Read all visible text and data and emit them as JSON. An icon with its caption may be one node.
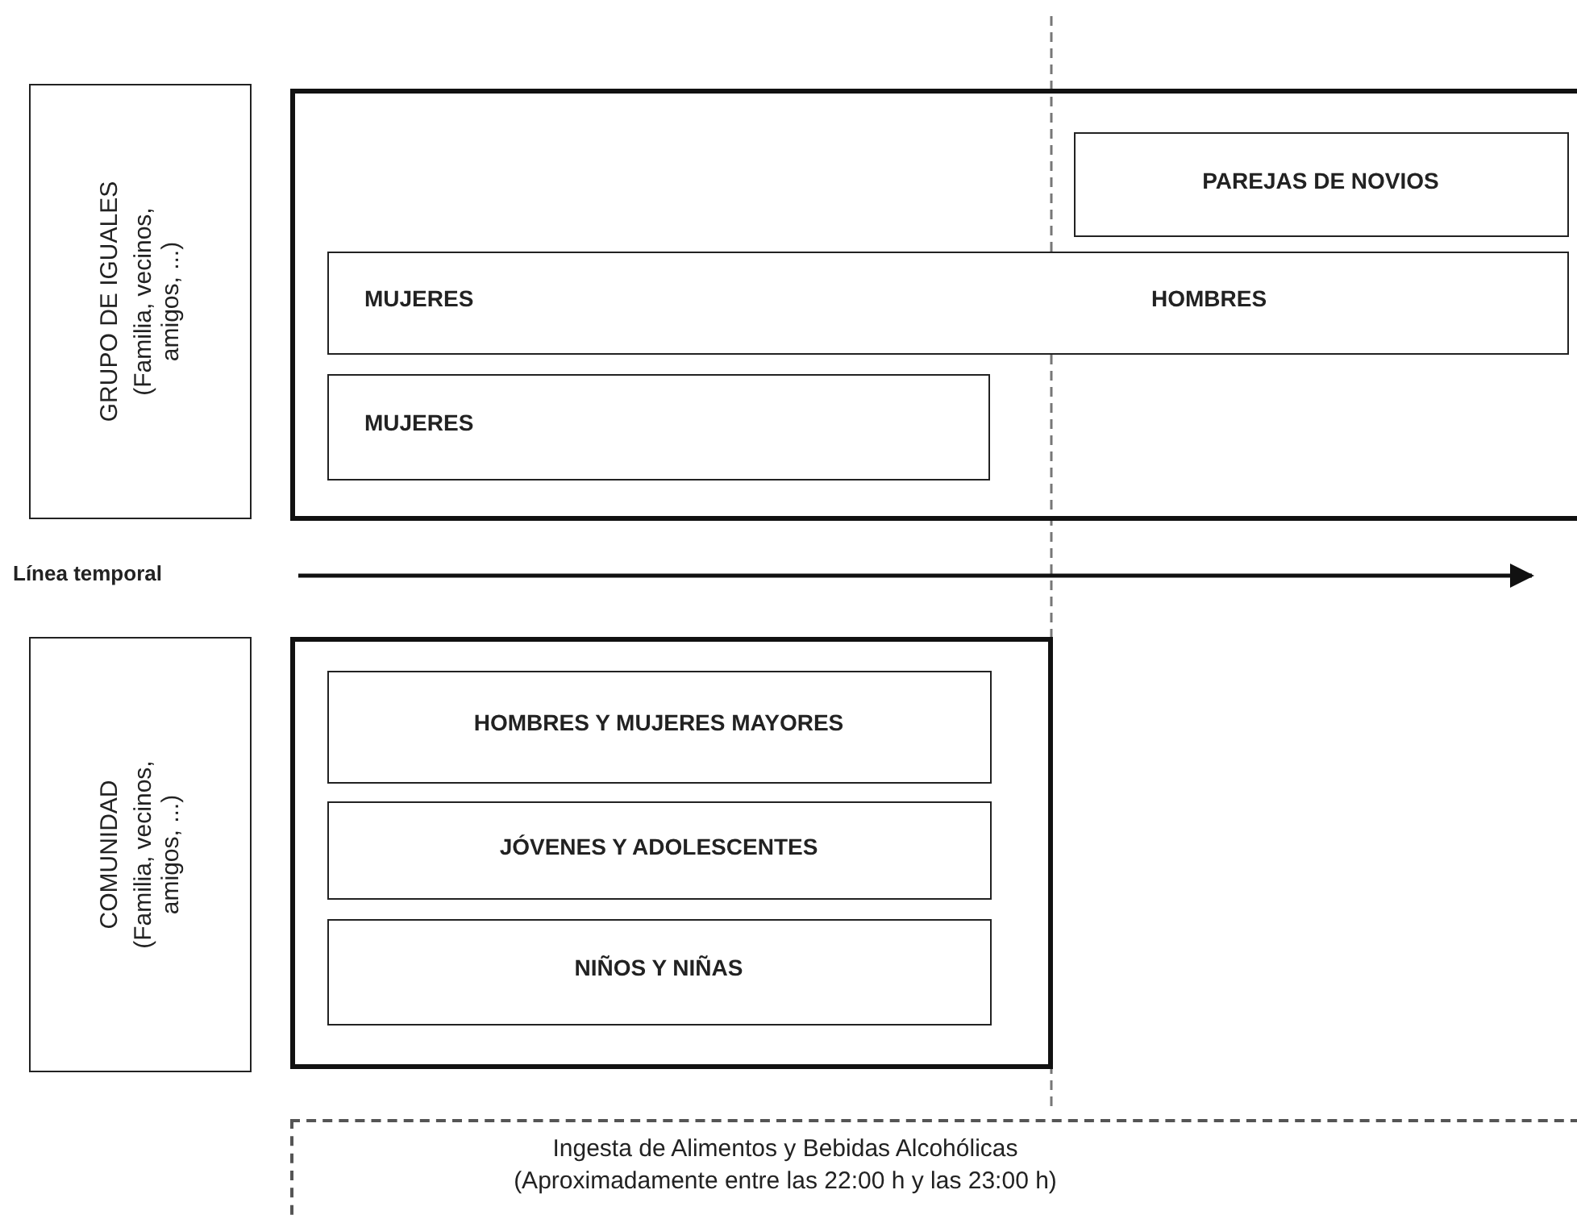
{
  "diagram": {
    "nodes": [
      {
        "text": [
          "GRUPO DE IGUALES",
          "(Familia, vecinos, amigos, ...)"
        ]
      },
      {
        "text": [],
        "shape": "box"
      },
      {
        "text": [
          "PAREJAS DE NOVIOS"
        ],
        "in": 1
      },
      {
        "text": [
          "MUJERES",
          "HOMBRES"
        ],
        "in": 1
      },
      {
        "text": [
          "MUJERES"
        ],
        "in": 1
      },
      {
        "text": [
          "COMUNIDAD",
          "(Familia, vecinos, amigos, ...)"
        ]
      },
      {
        "text": [],
        "shape": "box"
      },
      {
        "text": [
          "HOMBRES Y MUJERES MAYORES"
        ],
        "in": 6
      },
      {
        "text": [
          "JÓVENES Y ADOLESCENTES"
        ],
        "in": 6
      },
      {
        "text": [
          "NIÑOS Y NIÑAS"
        ],
        "in": 6
      },
      {
        "text": [
          "Ingesta de Alimentos y Bebidas Alcohólicas",
          "(Aproximadamente entre las 22:00 h y las 23:00 h)"
        ]
      }
    ],
    "edges": [],
    "labels": [
      "Línea temporal"
    ]
  }
}
